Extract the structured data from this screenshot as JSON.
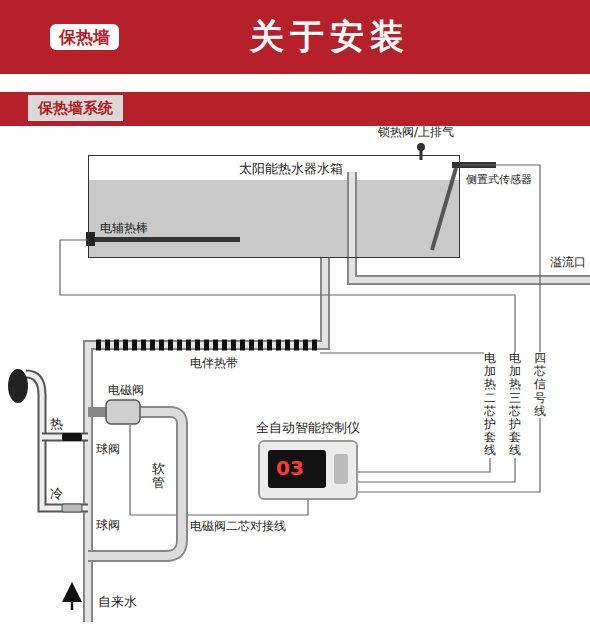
{
  "diagram": {
    "title": "关于安装",
    "nodes": [
      {
        "text": [
          "保热墙"
        ]
      },
      {
        "text": [
          "保热墙系统"
        ]
      },
      {
        "text": [
          "太阳能热水器水箱"
        ]
      },
      {
        "text": [
          "全自动智能控制仪"
        ]
      }
    ],
    "edges": [
      {
        "from": 2,
        "to": 3,
        "arrow": "none",
        "label": "电加热三芯护套线"
      },
      {
        "from": 2,
        "to": 3,
        "arrow": "none",
        "label": "四芯信号线"
      }
    ],
    "labels": [
      "电辅热棒",
      "锁热阀/上排气",
      "侧置式传感器",
      "溢流口",
      "电伴热带",
      "电磁阀",
      "热",
      "球阀",
      "冷",
      "球阀",
      "软管",
      "电磁阀二芯对接线",
      "电加热二芯护套线",
      "自来水",
      "03"
    ]
  }
}
